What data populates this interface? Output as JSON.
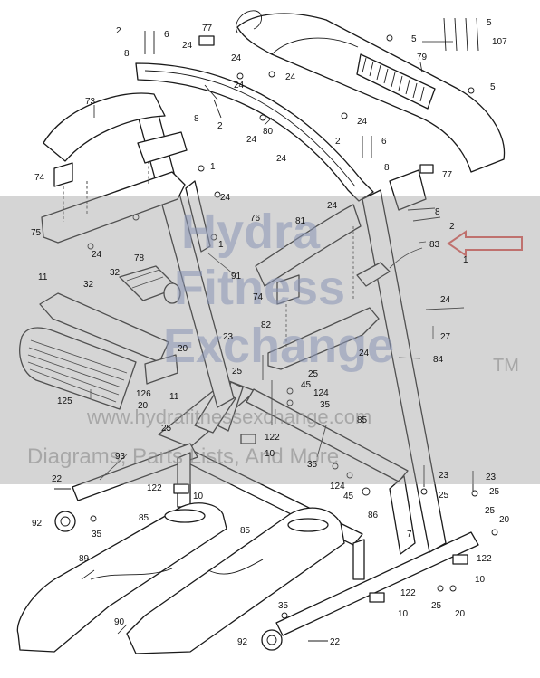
{
  "watermark": {
    "line1": "Hydra",
    "line2": "Fitness",
    "line3": "Exchange",
    "tm": "TM",
    "url": "www.hydrafitnessexchange.com",
    "tagline": "Diagrams, Parts Lists, And More"
  },
  "highlight": {
    "part": "83",
    "arrow_color": "#d9534f"
  },
  "callouts": [
    {
      "id": "c-2a",
      "text": "2"
    },
    {
      "id": "c-6a",
      "text": "6"
    },
    {
      "id": "c-77a",
      "text": "77"
    },
    {
      "id": "c-8a",
      "text": "8"
    },
    {
      "id": "c-24a",
      "text": "24"
    },
    {
      "id": "c-24b",
      "text": "24"
    },
    {
      "id": "c-24c",
      "text": "24"
    },
    {
      "id": "c-24d",
      "text": "24"
    },
    {
      "id": "c-5a",
      "text": "5"
    },
    {
      "id": "c-5b",
      "text": "5"
    },
    {
      "id": "c-5c",
      "text": "5"
    },
    {
      "id": "c-107",
      "text": "107"
    },
    {
      "id": "c-79",
      "text": "79"
    },
    {
      "id": "c-73",
      "text": "73"
    },
    {
      "id": "c-8b",
      "text": "8"
    },
    {
      "id": "c-2b",
      "text": "2"
    },
    {
      "id": "c-24e",
      "text": "24"
    },
    {
      "id": "c-80",
      "text": "80"
    },
    {
      "id": "c-24f",
      "text": "24"
    },
    {
      "id": "c-24g",
      "text": "24"
    },
    {
      "id": "c-2c",
      "text": "2"
    },
    {
      "id": "c-6b",
      "text": "6"
    },
    {
      "id": "c-8c",
      "text": "8"
    },
    {
      "id": "c-1a",
      "text": "1"
    },
    {
      "id": "c-77b",
      "text": "77"
    },
    {
      "id": "c-74a",
      "text": "74"
    },
    {
      "id": "c-24h",
      "text": "24"
    },
    {
      "id": "c-24i",
      "text": "24"
    },
    {
      "id": "c-8d",
      "text": "8"
    },
    {
      "id": "c-2d",
      "text": "2"
    },
    {
      "id": "c-75",
      "text": "75"
    },
    {
      "id": "c-76",
      "text": "76"
    },
    {
      "id": "c-81",
      "text": "81"
    },
    {
      "id": "c-83",
      "text": "83"
    },
    {
      "id": "c-1b",
      "text": "1"
    },
    {
      "id": "c-24j",
      "text": "24"
    },
    {
      "id": "c-1c",
      "text": "1"
    },
    {
      "id": "c-78",
      "text": "78"
    },
    {
      "id": "c-11a",
      "text": "11"
    },
    {
      "id": "c-32a",
      "text": "32"
    },
    {
      "id": "c-32b",
      "text": "32"
    },
    {
      "id": "c-91",
      "text": "91"
    },
    {
      "id": "c-74b",
      "text": "74"
    },
    {
      "id": "c-24k",
      "text": "24"
    },
    {
      "id": "c-82",
      "text": "82"
    },
    {
      "id": "c-27",
      "text": "27"
    },
    {
      "id": "c-23a",
      "text": "23"
    },
    {
      "id": "c-20a",
      "text": "20"
    },
    {
      "id": "c-24l",
      "text": "24"
    },
    {
      "id": "c-84",
      "text": "84"
    },
    {
      "id": "c-25a",
      "text": "25"
    },
    {
      "id": "c-25b",
      "text": "25"
    },
    {
      "id": "c-125",
      "text": "125"
    },
    {
      "id": "c-126",
      "text": "126"
    },
    {
      "id": "c-45a",
      "text": "45"
    },
    {
      "id": "c-124a",
      "text": "124"
    },
    {
      "id": "c-35a",
      "text": "35"
    },
    {
      "id": "c-11b",
      "text": "11"
    },
    {
      "id": "c-20b",
      "text": "20"
    },
    {
      "id": "c-25c",
      "text": "25"
    },
    {
      "id": "c-85a",
      "text": "85"
    },
    {
      "id": "c-122a",
      "text": "122"
    },
    {
      "id": "c-10a",
      "text": "10"
    },
    {
      "id": "c-93",
      "text": "93"
    },
    {
      "id": "c-35b",
      "text": "35"
    },
    {
      "id": "c-23b",
      "text": "23"
    },
    {
      "id": "c-23c",
      "text": "23"
    },
    {
      "id": "c-22a",
      "text": "22"
    },
    {
      "id": "c-122b",
      "text": "122"
    },
    {
      "id": "c-10b",
      "text": "10"
    },
    {
      "id": "c-124b",
      "text": "124"
    },
    {
      "id": "c-45b",
      "text": "45"
    },
    {
      "id": "c-25d",
      "text": "25"
    },
    {
      "id": "c-25e",
      "text": "25"
    },
    {
      "id": "c-86",
      "text": "86"
    },
    {
      "id": "c-25f",
      "text": "25"
    },
    {
      "id": "c-20c",
      "text": "20"
    },
    {
      "id": "c-92a",
      "text": "92"
    },
    {
      "id": "c-35c",
      "text": "35"
    },
    {
      "id": "c-85b",
      "text": "85"
    },
    {
      "id": "c-85c",
      "text": "85"
    },
    {
      "id": "c-7",
      "text": "7"
    },
    {
      "id": "c-89",
      "text": "89"
    },
    {
      "id": "c-122c",
      "text": "122"
    },
    {
      "id": "c-10c",
      "text": "10"
    },
    {
      "id": "c-122d",
      "text": "122"
    },
    {
      "id": "c-25g",
      "text": "25"
    },
    {
      "id": "c-20d",
      "text": "20"
    },
    {
      "id": "c-10d",
      "text": "10"
    },
    {
      "id": "c-35d",
      "text": "35"
    },
    {
      "id": "c-90",
      "text": "90"
    },
    {
      "id": "c-92b",
      "text": "92"
    },
    {
      "id": "c-22b",
      "text": "22"
    }
  ]
}
